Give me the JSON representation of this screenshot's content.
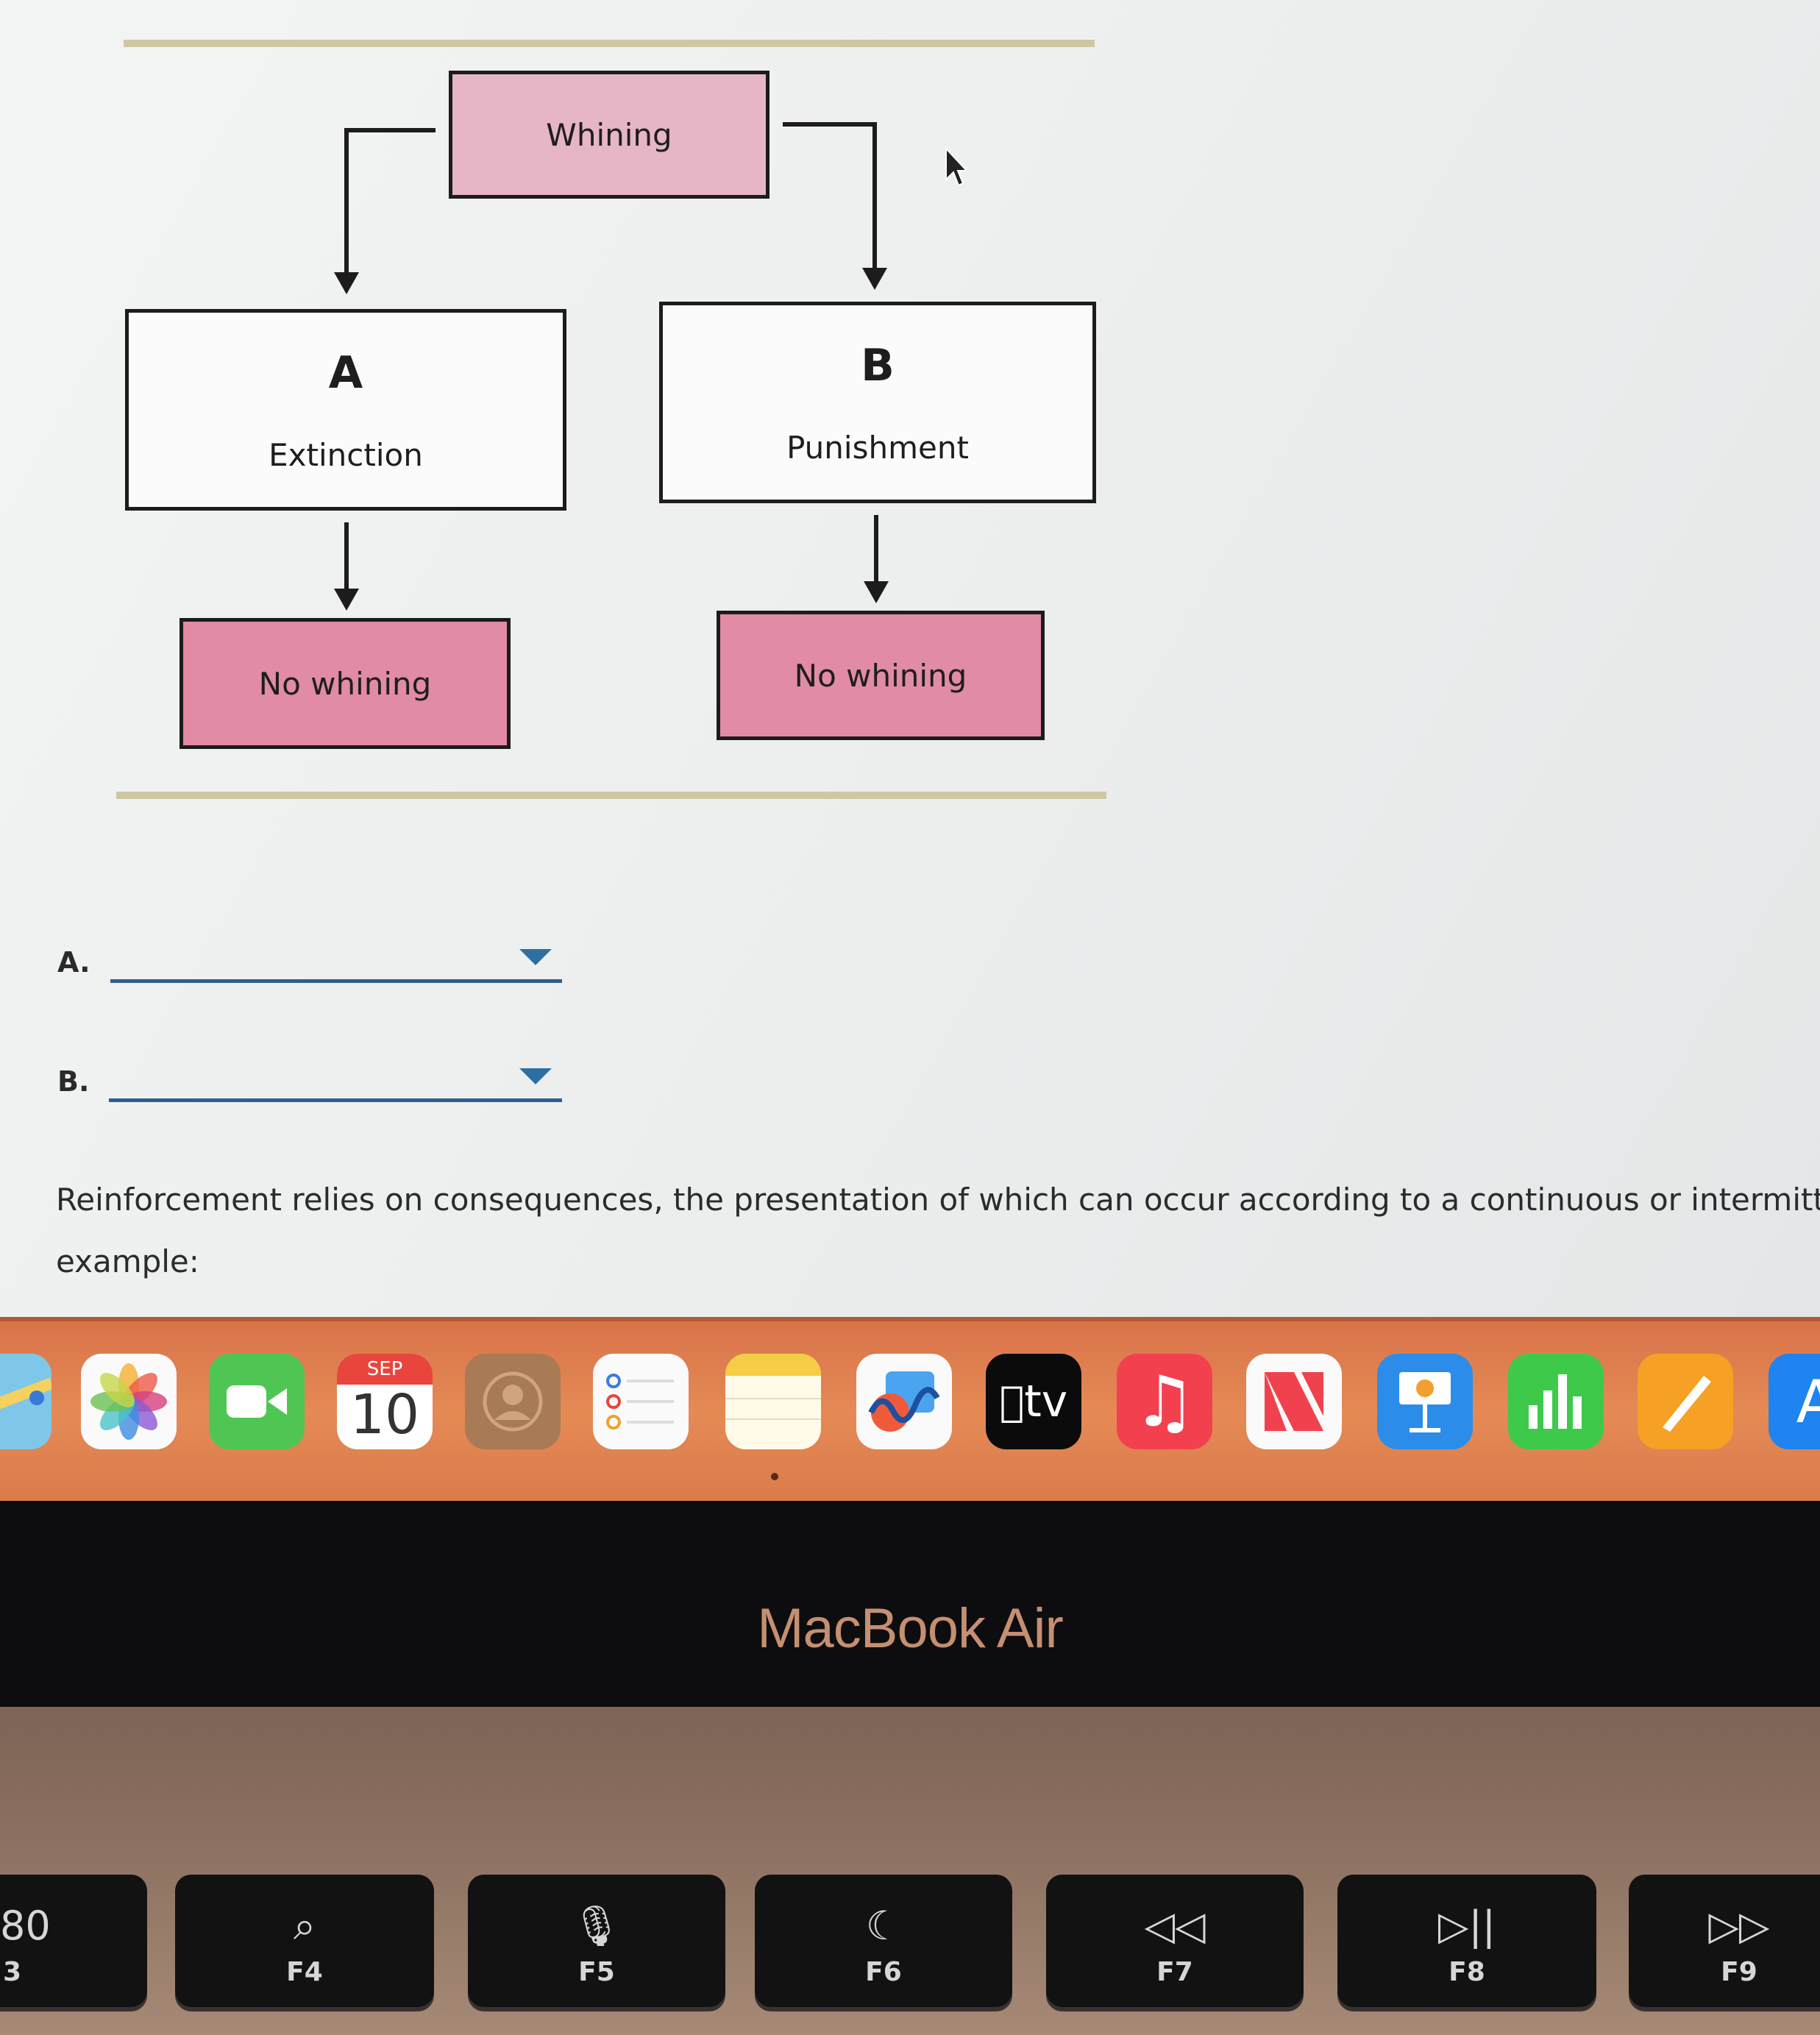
{
  "diagram": {
    "top": "Whining",
    "left_letter": "A",
    "left_label": "Extinction",
    "right_letter": "B",
    "right_label": "Punishment",
    "left_outcome": "No whining",
    "right_outcome": "No whining"
  },
  "questions": [
    {
      "label": "A.",
      "value": ""
    },
    {
      "label": "B.",
      "value": ""
    }
  ],
  "paragraph": {
    "line1": "Reinforcement relies on consequences, the presentation of which can occur according to a continuous or intermittent",
    "line2": "example:"
  },
  "dock": {
    "calendar_month": "SEP",
    "calendar_day": "10",
    "tv_label": "tv",
    "apps": [
      "maps-icon",
      "photos-icon",
      "facetime-icon",
      "calendar-icon",
      "contacts-icon",
      "reminders-icon",
      "notes-icon",
      "freeform-icon",
      "apple-tv-icon",
      "music-icon",
      "news-icon",
      "keynote-icon",
      "numbers-icon",
      "pages-icon",
      "app-store-icon"
    ]
  },
  "bezel": {
    "brand": "MacBook Air"
  },
  "keys": [
    {
      "sym": "80",
      "fn": "3"
    },
    {
      "sym": "⌕",
      "fn": "F4"
    },
    {
      "sym": "🎙",
      "fn": "F5"
    },
    {
      "sym": "☾",
      "fn": "F6"
    },
    {
      "sym": "◁◁",
      "fn": "F7"
    },
    {
      "sym": "▷||",
      "fn": "F8"
    },
    {
      "sym": "▷▷",
      "fn": "F9"
    }
  ],
  "colors": {
    "pink_light": "#e6b6c6",
    "pink": "#e28ba4",
    "dropdown_accent": "#2e6fa3",
    "dock": "#e58a55"
  }
}
